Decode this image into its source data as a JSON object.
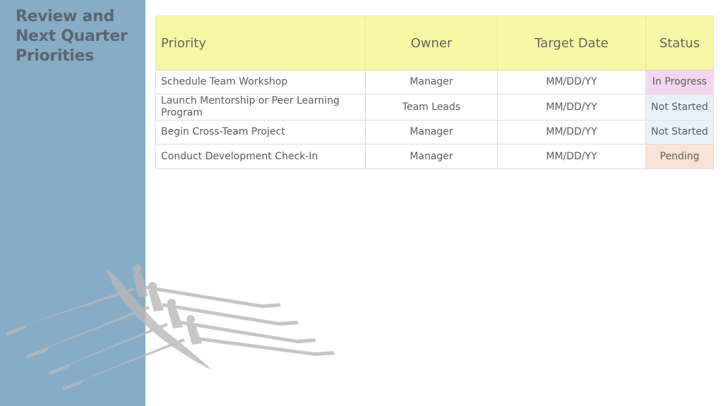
{
  "slide": {
    "title": "Review and Next Quarter Priorities"
  },
  "table": {
    "headers": [
      "Priority",
      "Owner",
      "Target Date",
      "Status"
    ],
    "rows": [
      {
        "priority": "Schedule Team Workshop",
        "owner": "Manager",
        "target_date": "MM/DD/YY",
        "status": "In Progress",
        "status_color": "#f2d7ee"
      },
      {
        "priority": "Launch Mentorship or Peer Learning Program",
        "owner": "Team Leads",
        "target_date": "MM/DD/YY",
        "status": "Not Started",
        "status_color": "#e9f1f8"
      },
      {
        "priority": "Begin Cross-Team Project",
        "owner": "Manager",
        "target_date": "MM/DD/YY",
        "status": "Not Started",
        "status_color": "#e9f1f8"
      },
      {
        "priority": "Conduct Development Check-In",
        "owner": "Manager",
        "target_date": "MM/DD/YY",
        "status": "Pending",
        "status_color": "#fbe2d6"
      }
    ],
    "header_color": "#f7f7a6"
  },
  "colors": {
    "side_panel": "#86adc7",
    "title_text": "#5b6670"
  },
  "decoration": {
    "image_icon": "rowing-crew-silhouette-icon"
  }
}
